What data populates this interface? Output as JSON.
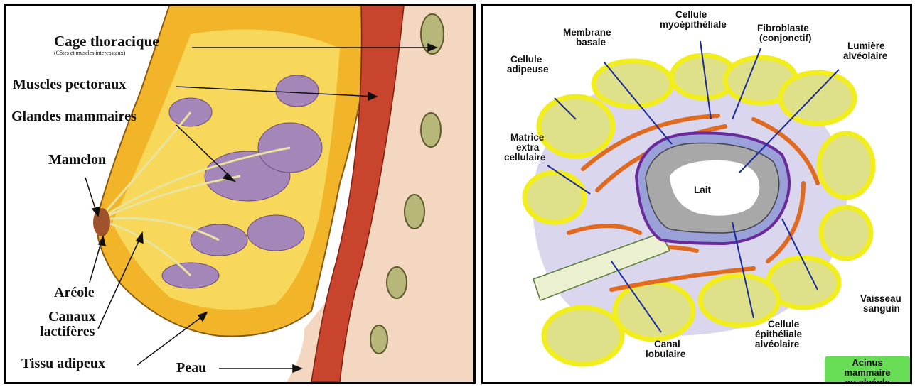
{
  "left": {
    "labels": {
      "cage": "Cage thoracique",
      "cage_sub": "(Côtes et muscles intercostaux)",
      "muscles": "Muscles pectoraux",
      "glandes": "Glandes mammaires",
      "mamelon": "Mamelon",
      "areole": "Aréole",
      "canaux_1": "Canaux",
      "canaux_2": "lactifères",
      "tissu": "Tissu adipeux",
      "peau": "Peau"
    }
  },
  "right": {
    "labels": {
      "cellule_myo_1": "Cellule",
      "cellule_myo_2": "myoépithéliale",
      "membrane_1": "Membrane",
      "membrane_2": "basale",
      "fibroblaste_1": "Fibroblaste",
      "fibroblaste_2": "(conjonctif)",
      "lumiere_1": "Lumière",
      "lumiere_2": "alvéolaire",
      "adipeuse_1": "Cellule",
      "adipeuse_2": "adipeuse",
      "matrice_1": "Matrice",
      "matrice_2": "extra",
      "matrice_3": "cellulaire",
      "lait": "Lait",
      "vaisseau_1": "Vaisseau",
      "vaisseau_2": "sanguin",
      "epith_1": "Cellule",
      "epith_2": "épithéliale",
      "epith_3": "alvéolaire",
      "canal_1": "Canal",
      "canal_2": "lobulaire",
      "acinus_1": "Acinus mammaire",
      "acinus_2": "ou alvéole"
    }
  },
  "colors": {
    "fat": "#f2b52a",
    "muscle": "#c8442c",
    "gland": "#a586b8",
    "skin": "#f5d9c4",
    "adipocyte_ring": "#f2ee1e",
    "fibroblast": "#e06a20",
    "epithelial": "#a8a8a8",
    "badge": "#66dd55",
    "arrow_blue": "#1a2a9c"
  }
}
